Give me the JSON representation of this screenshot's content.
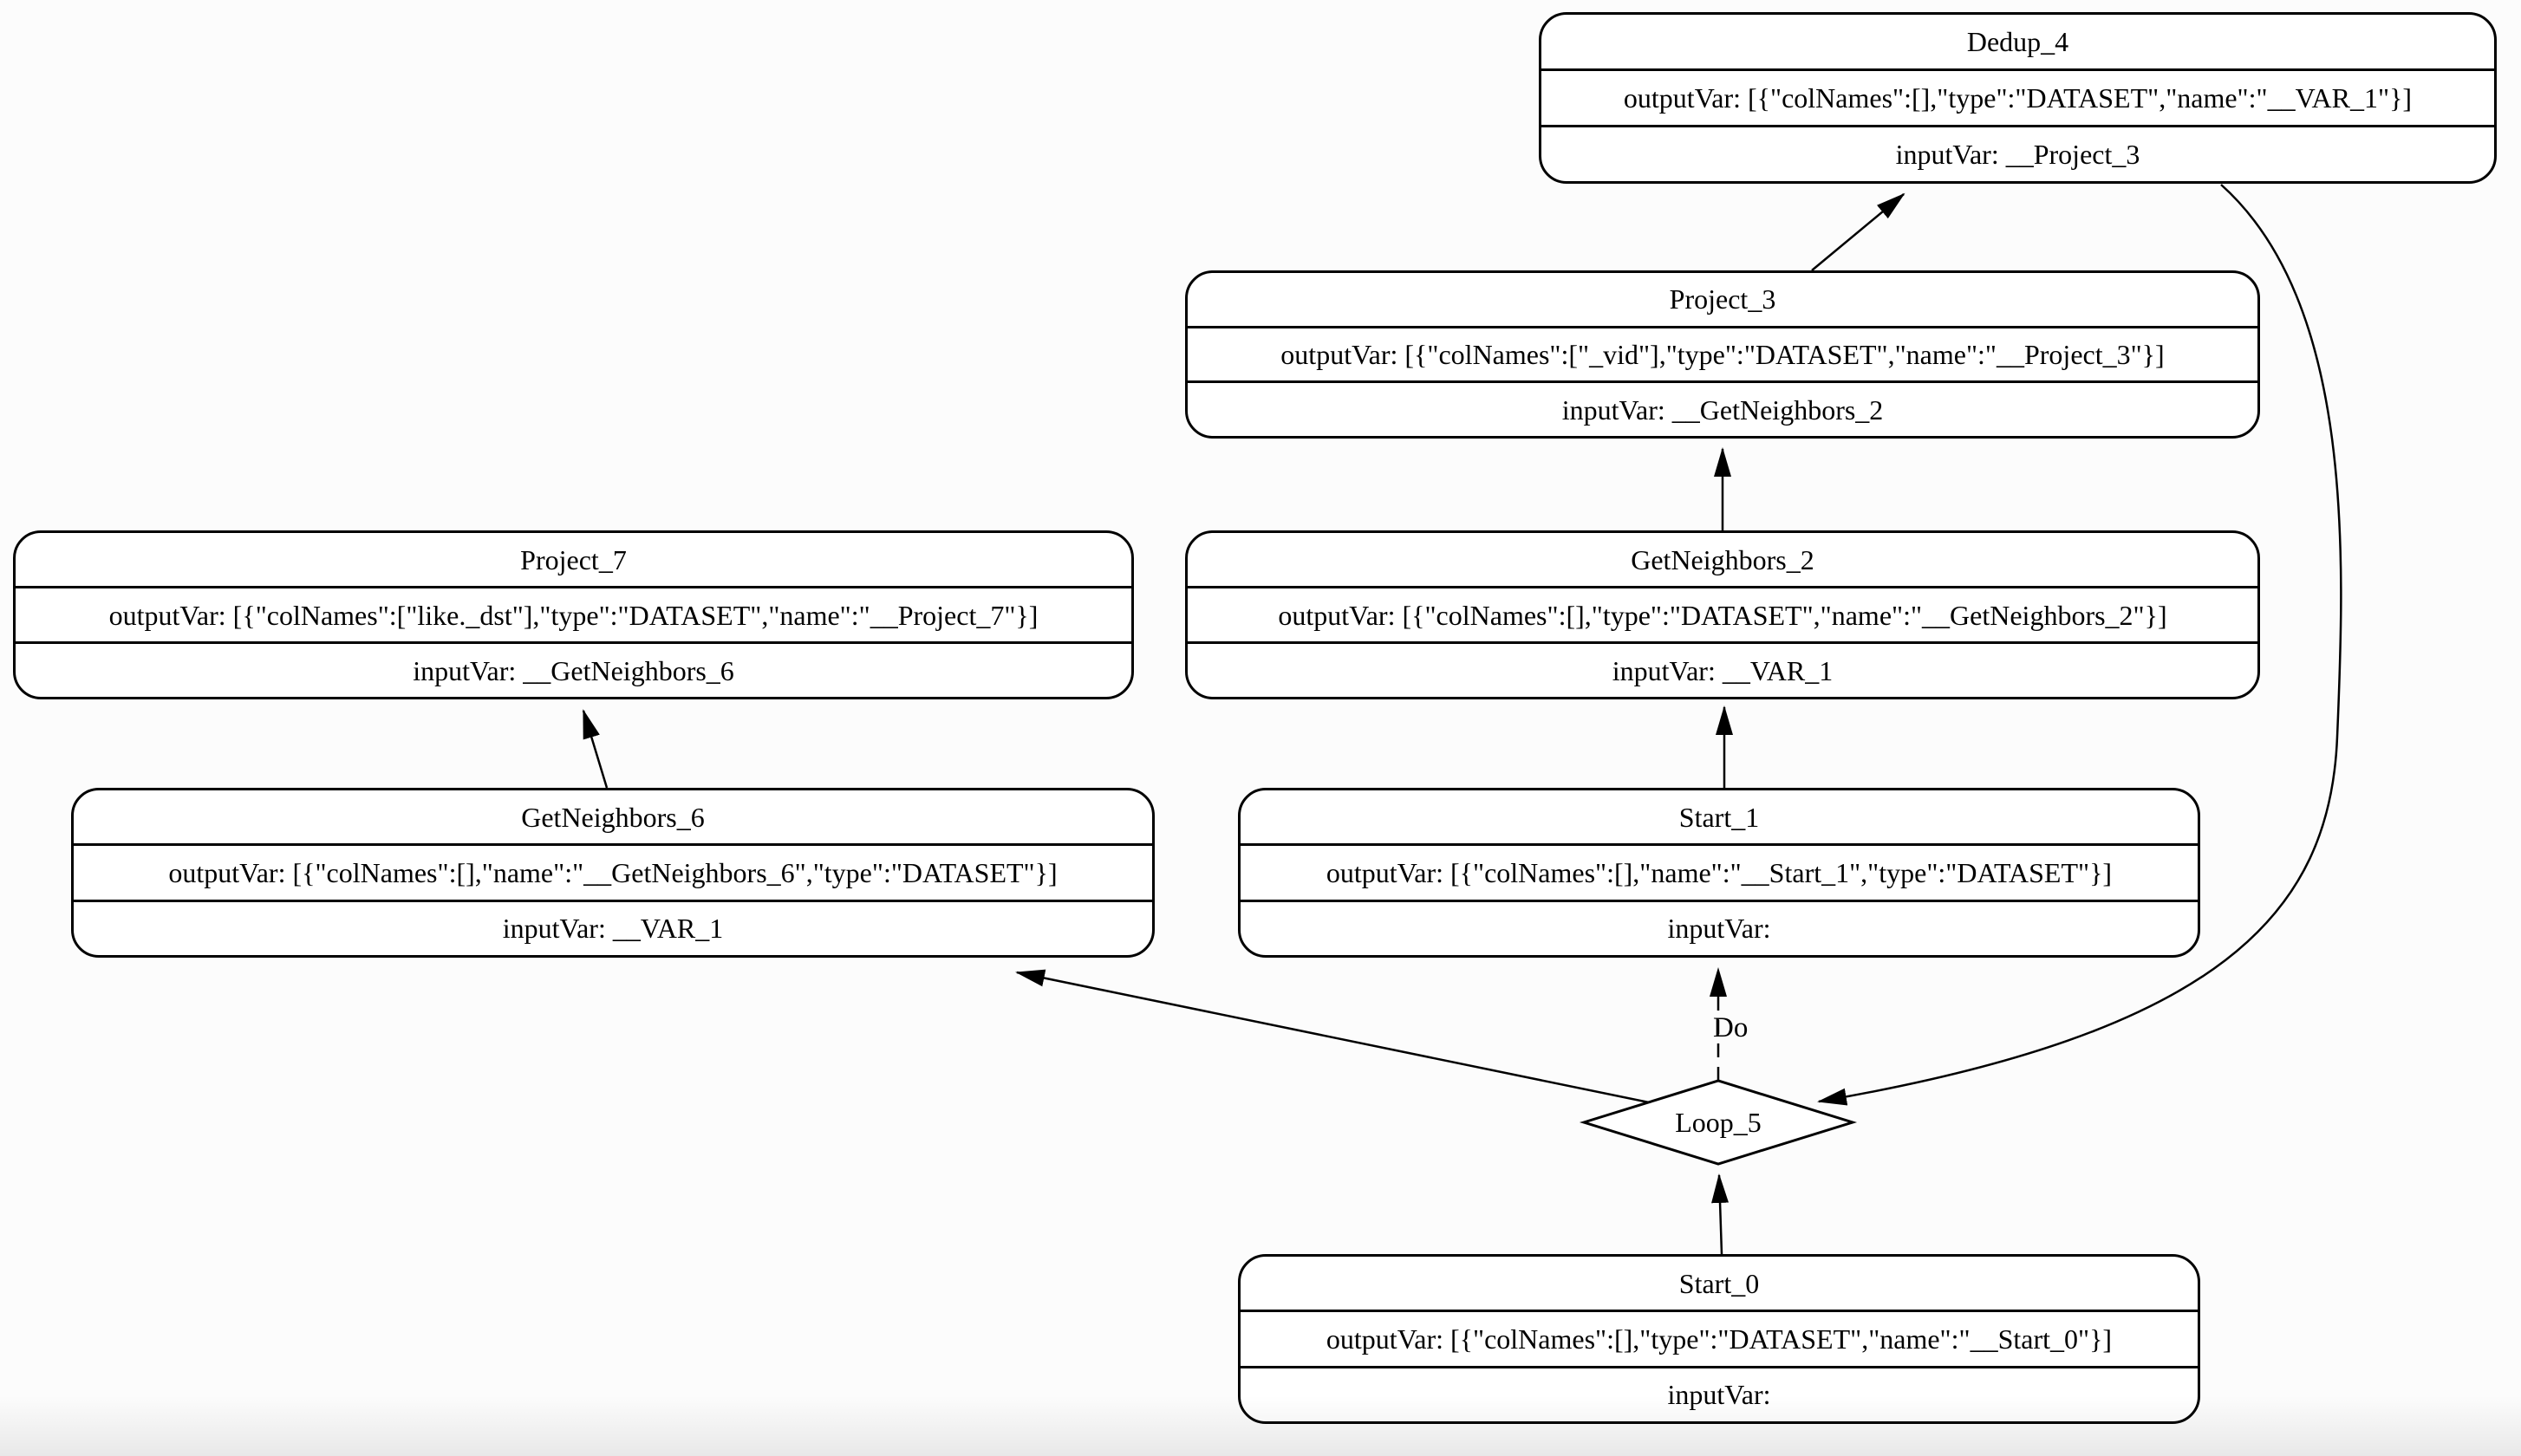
{
  "diagram_type": "query-execution-plan-graph",
  "nodes": {
    "dedup_4": {
      "title": "Dedup_4",
      "output_var": "outputVar: [{\"colNames\":[],\"type\":\"DATASET\",\"name\":\"__VAR_1\"}]",
      "input_var": "inputVar: __Project_3"
    },
    "project_3": {
      "title": "Project_3",
      "output_var": "outputVar: [{\"colNames\":[\"_vid\"],\"type\":\"DATASET\",\"name\":\"__Project_3\"}]",
      "input_var": "inputVar: __GetNeighbors_2"
    },
    "get_neighbors_2": {
      "title": "GetNeighbors_2",
      "output_var": "outputVar: [{\"colNames\":[],\"type\":\"DATASET\",\"name\":\"__GetNeighbors_2\"}]",
      "input_var": "inputVar: __VAR_1"
    },
    "project_7": {
      "title": "Project_7",
      "output_var": "outputVar: [{\"colNames\":[\"like._dst\"],\"type\":\"DATASET\",\"name\":\"__Project_7\"}]",
      "input_var": "inputVar: __GetNeighbors_6"
    },
    "get_neighbors_6": {
      "title": "GetNeighbors_6",
      "output_var": "outputVar: [{\"colNames\":[],\"name\":\"__GetNeighbors_6\",\"type\":\"DATASET\"}]",
      "input_var": "inputVar: __VAR_1"
    },
    "start_1": {
      "title": "Start_1",
      "output_var": "outputVar: [{\"colNames\":[],\"name\":\"__Start_1\",\"type\":\"DATASET\"}]",
      "input_var": "inputVar:"
    },
    "start_0": {
      "title": "Start_0",
      "output_var": "outputVar: [{\"colNames\":[],\"type\":\"DATASET\",\"name\":\"__Start_0\"}]",
      "input_var": "inputVar:"
    },
    "loop_5": {
      "title": "Loop_5"
    }
  },
  "edges": [
    {
      "from": "Project_3",
      "to": "Dedup_4",
      "style": "solid",
      "label": ""
    },
    {
      "from": "GetNeighbors_2",
      "to": "Project_3",
      "style": "solid",
      "label": ""
    },
    {
      "from": "Start_1",
      "to": "GetNeighbors_2",
      "style": "solid",
      "label": ""
    },
    {
      "from": "GetNeighbors_6",
      "to": "Project_7",
      "style": "solid",
      "label": ""
    },
    {
      "from": "Start_0",
      "to": "Loop_5",
      "style": "solid",
      "label": ""
    },
    {
      "from": "Loop_5",
      "to": "Start_1",
      "style": "dashed",
      "label": "Do"
    },
    {
      "from": "Loop_5",
      "to": "GetNeighbors_6",
      "style": "solid",
      "label": ""
    },
    {
      "from": "Dedup_4",
      "to": "Loop_5",
      "style": "solid",
      "label": ""
    }
  ],
  "colors": {
    "background": "#fcfcfc",
    "node_fill": "#ffffff",
    "node_border": "#000000",
    "edge": "#000000",
    "text": "#000000"
  }
}
